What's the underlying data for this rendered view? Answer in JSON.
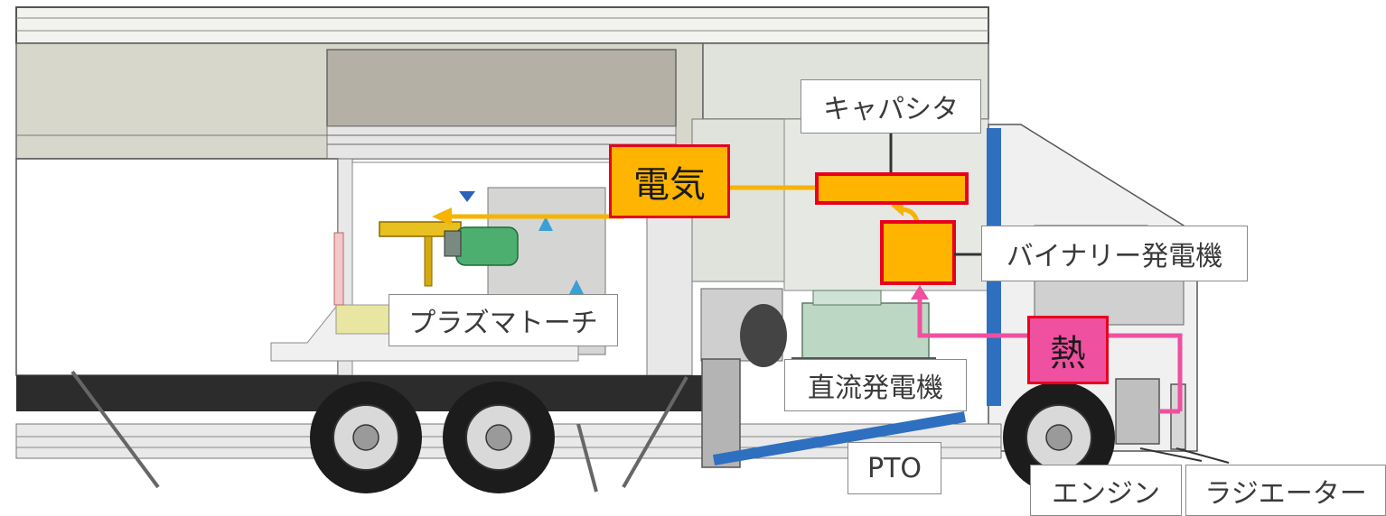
{
  "labels": {
    "capacitor": "キャパシタ",
    "electricity": "電気",
    "binary_generator": "バイナリー発電機",
    "plasma_torch": "プラズマトーチ",
    "heat": "熱",
    "dc_generator": "直流発電機",
    "pto": "PTO",
    "engine": "エンジン",
    "radiator": "ラジエーター"
  },
  "colors": {
    "electric_flow": "#f5b400",
    "heat_flow": "#f050a0",
    "component_fill": "#ffb400",
    "component_border": "#e8001c",
    "shaft": "#2f6fc0"
  }
}
